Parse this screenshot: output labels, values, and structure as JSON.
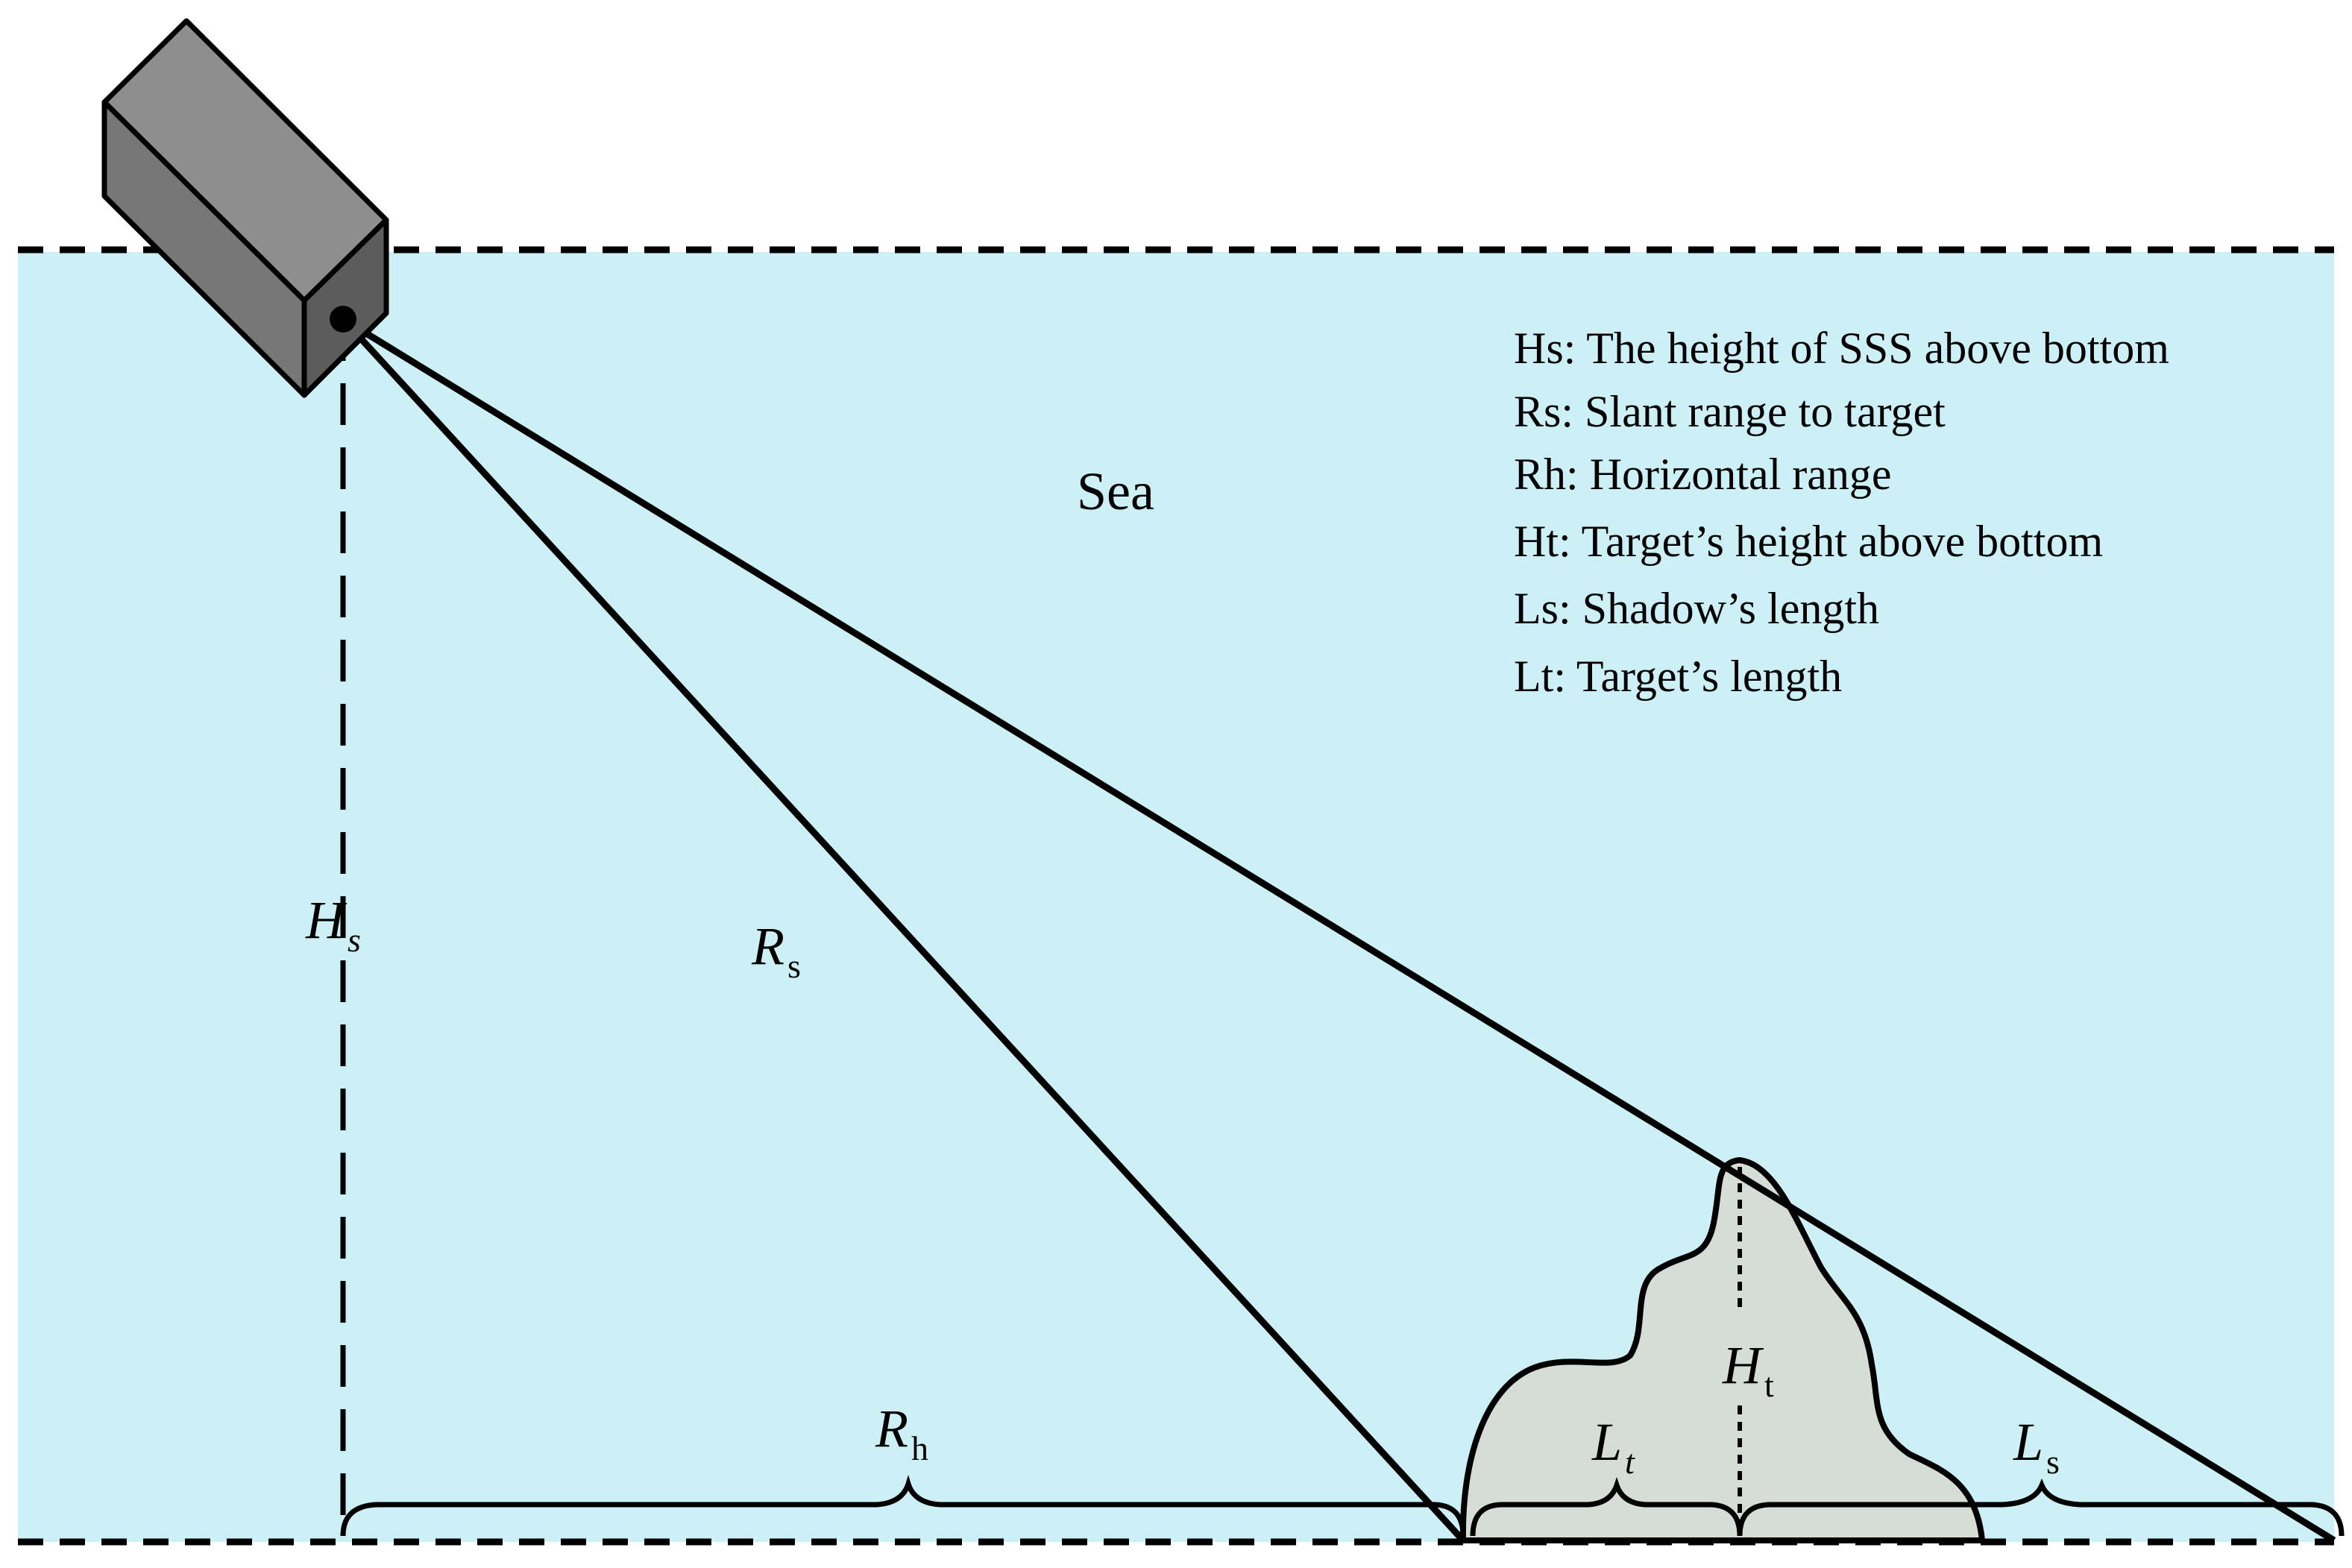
{
  "colors": {
    "sea": "#CCF0F6",
    "target_fill": "#D6DCD6",
    "sonar_front": "#777777",
    "sonar_top": "#8E8E8E",
    "sonar_side": "#5C5C5C",
    "stroke": "#000000"
  },
  "icons": {
    "sonar": "side-scan-sonar-box",
    "target": "seabed-target-mound"
  },
  "labels": {
    "sea": "Sea",
    "hs": {
      "main": "H",
      "sub": "s"
    },
    "rs": {
      "main": "R",
      "sub": "s"
    },
    "rh": {
      "main": "R",
      "sub": "h"
    },
    "ht": {
      "main": "H",
      "sub": "t"
    },
    "lt": {
      "main": "L",
      "sub": "t"
    },
    "ls": {
      "main": "L",
      "sub": "s"
    }
  },
  "legend": [
    "Hs: The height of SSS above bottom",
    "Rs: Slant range to target",
    "Rh: Horizontal range",
    "Ht: Target’s height above bottom",
    "Ls: Shadow’s length",
    "Lt: Target’s length"
  ]
}
